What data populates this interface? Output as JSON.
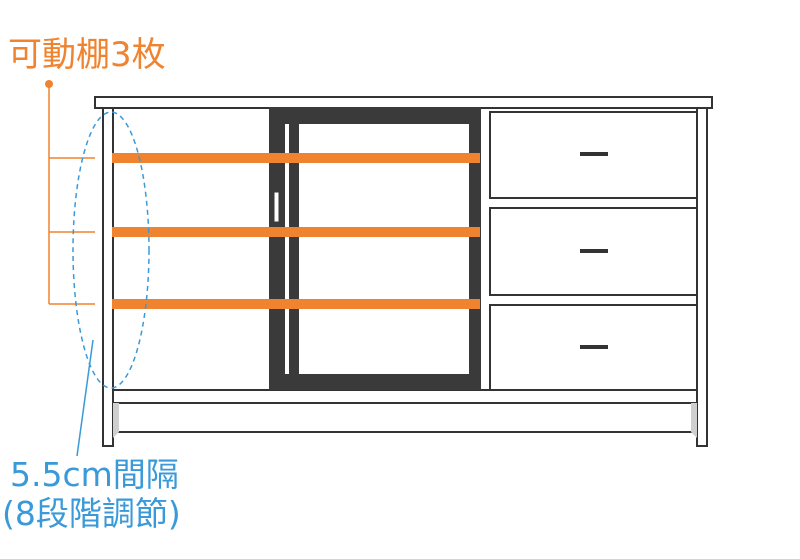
{
  "labels": {
    "shelves": "可動棚3枚",
    "spacing": "5.5cm間隔",
    "steps": "(8段階調節)"
  },
  "colors": {
    "accent_orange": "#f0832f",
    "accent_blue": "#3a9ad9",
    "outline": "#333333",
    "glass_frame": "#3a3a3a"
  },
  "shelf_count": 3,
  "drawer_count": 3
}
